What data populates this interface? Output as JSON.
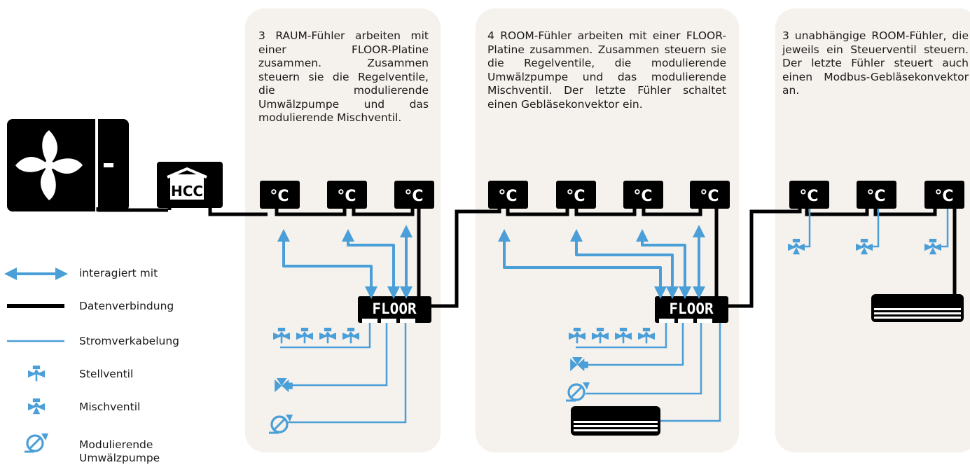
{
  "panels": [
    {
      "text": "3 RAUM-Fühler arbeiten mit einer FLOOR-Platine zusammen. Zusammen steuern sie die Regelventile, die modulierende Umwälzpumpe und das modulierende Mischventil."
    },
    {
      "text": "4 ROOM-Fühler arbeiten mit einer FLOOR-Platine zusammen. Zusammen steuern sie die Regelventile, die modulierende Umwälzpumpe und das modulierende Mischventil. Der letzte Fühler schaltet einen Gebläsekonvektor ein."
    },
    {
      "text": "3 unabhängige ROOM-Fühler, die jeweils ein Steuerventil steuern. Der letzte Fühler steuert auch einen Modbus-Gebläsekonvektor an."
    }
  ],
  "devices": {
    "sensor_label": "°C",
    "floor_label": "FLOOR",
    "hcc_label": "HCC"
  },
  "legend": {
    "interacts": "interagiert mit",
    "data": "Datenverbindung",
    "power": "Stromverkabelung",
    "control_valve": "Stellventil",
    "mixing_valve": "Mischventil",
    "pump_line1": "Modulierende",
    "pump_line2": "Umwälzpumpe"
  },
  "colors": {
    "blue": "#4a9fd8",
    "black": "#000000",
    "panel": "#f5f1ec"
  }
}
